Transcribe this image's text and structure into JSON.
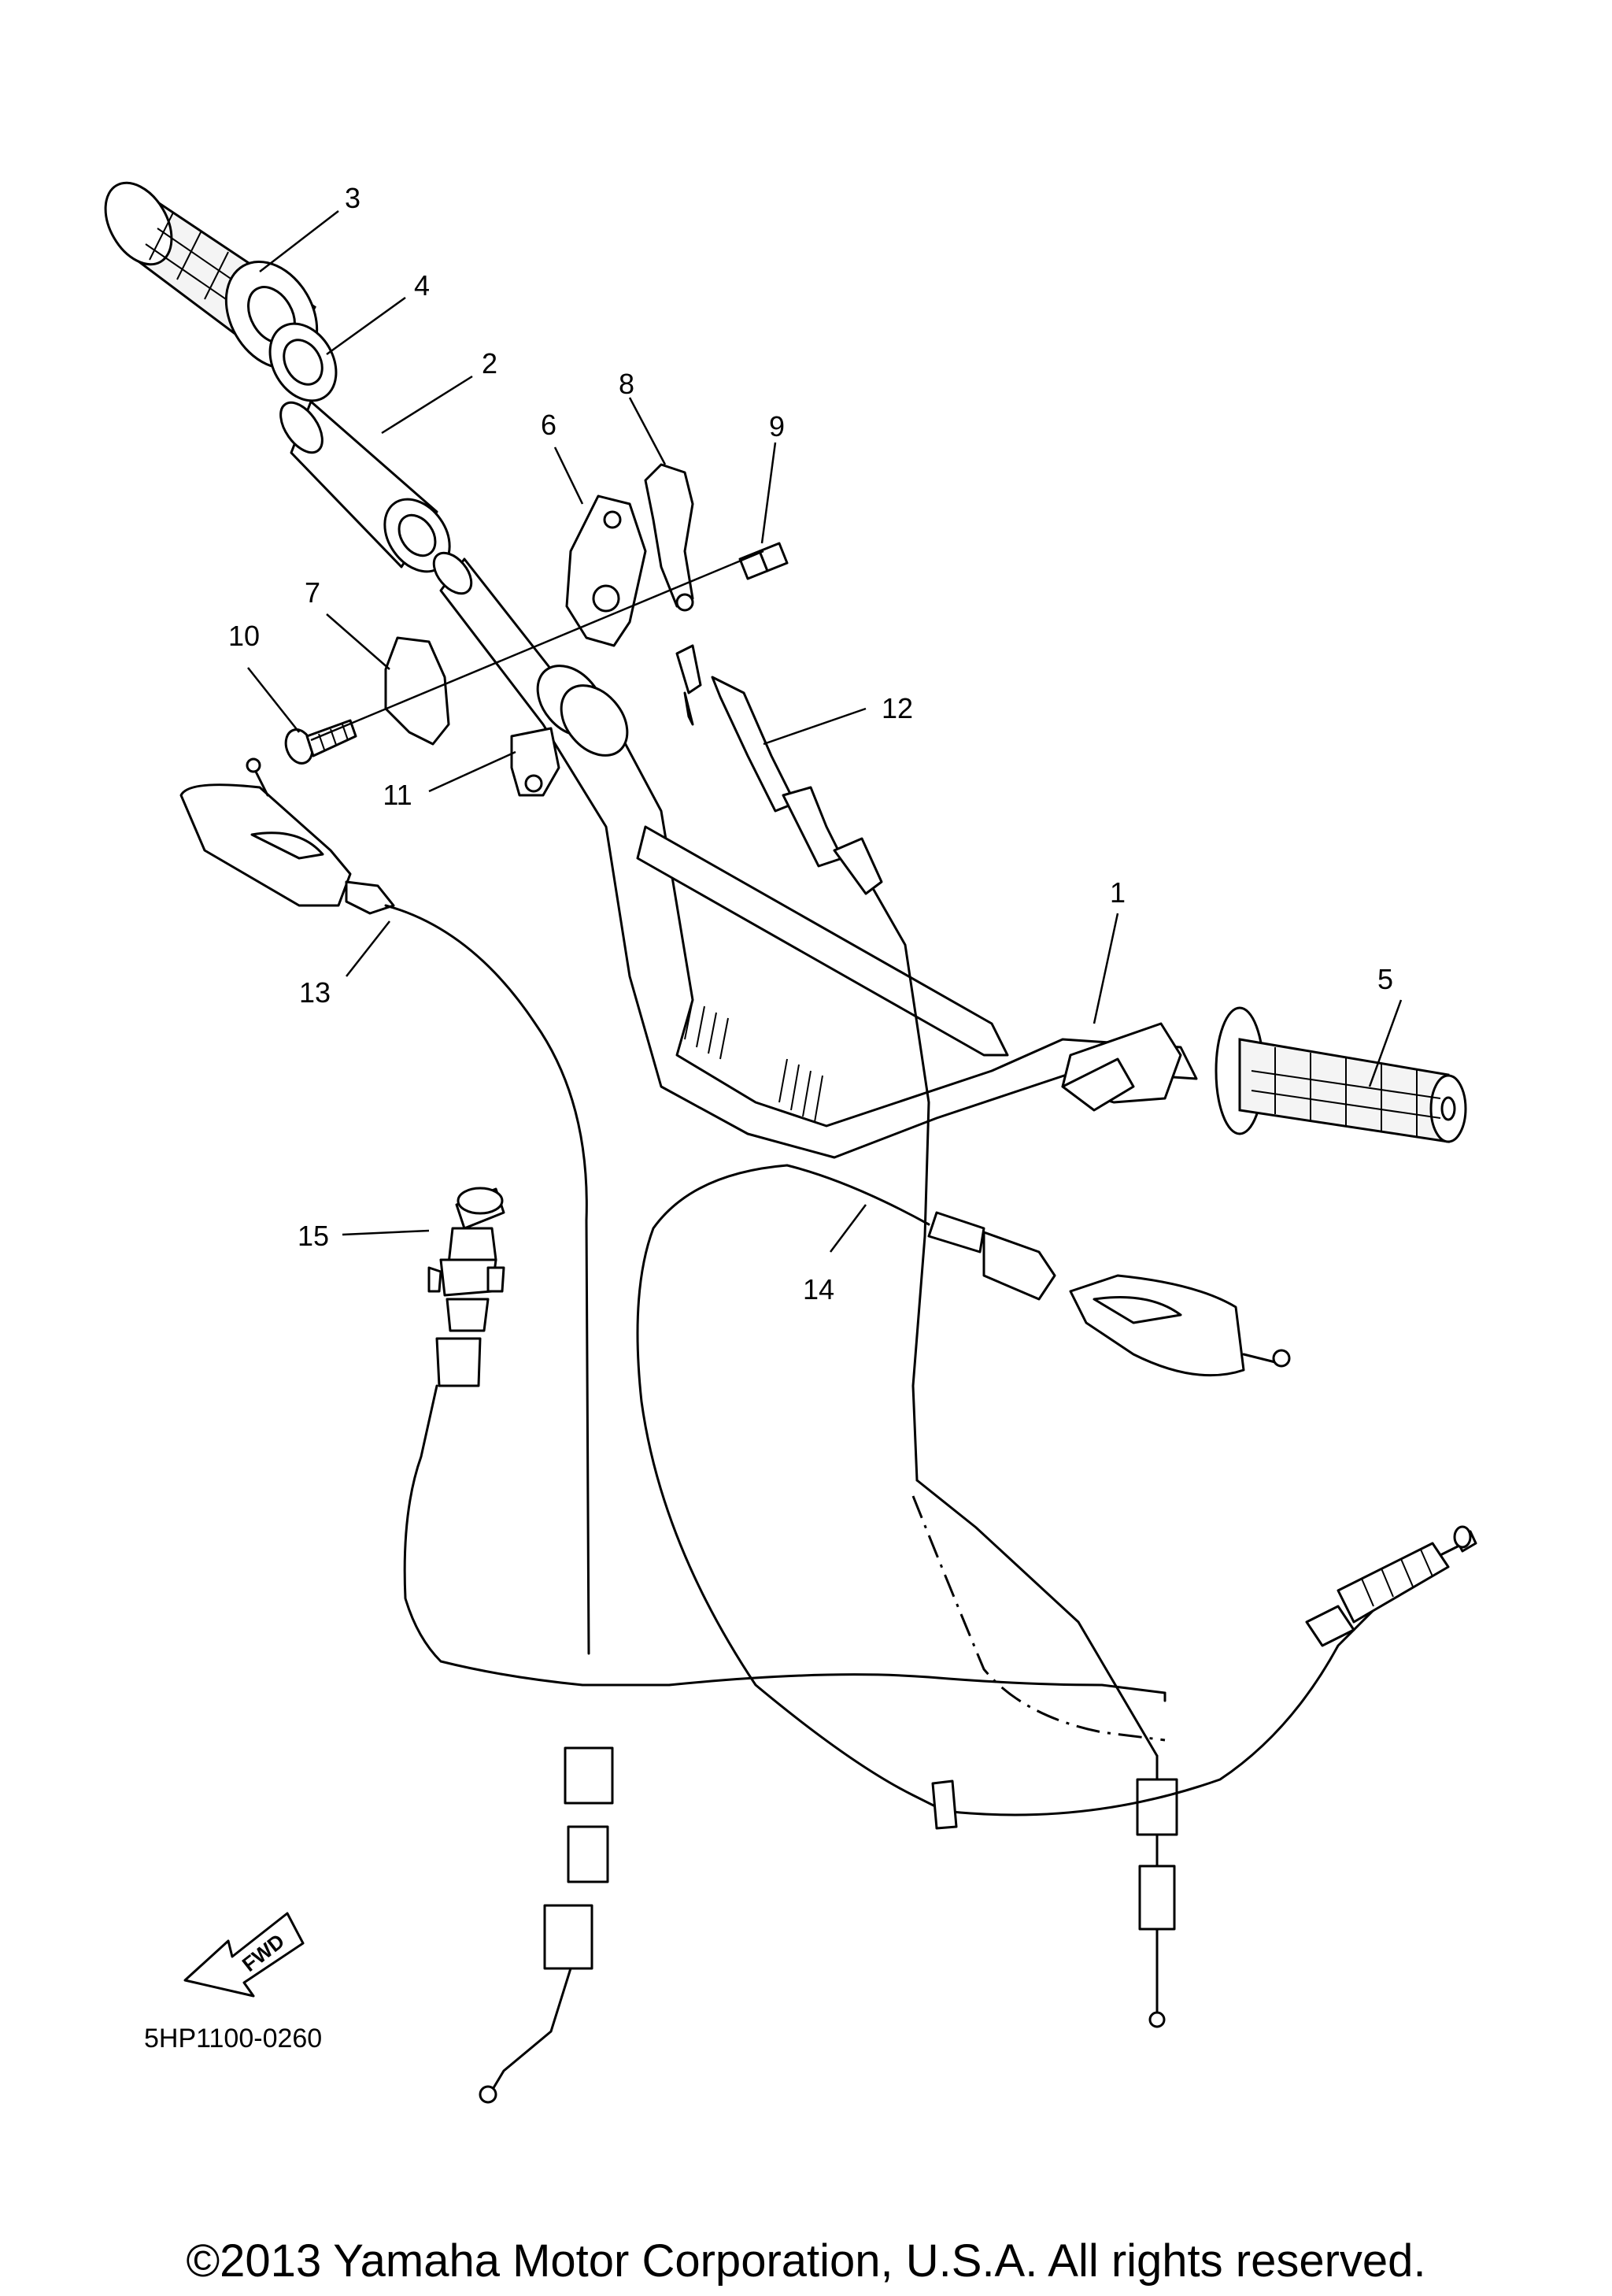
{
  "diagram_code": "5HP1100-0260",
  "copyright": "©2013 Yamaha Motor Corporation, U.S.A. All rights reserved.",
  "fwd_label": "FWD",
  "callouts": [
    "1",
    "2",
    "3",
    "4",
    "5",
    "6",
    "7",
    "8",
    "9",
    "10",
    "11",
    "12",
    "13",
    "14",
    "15"
  ]
}
